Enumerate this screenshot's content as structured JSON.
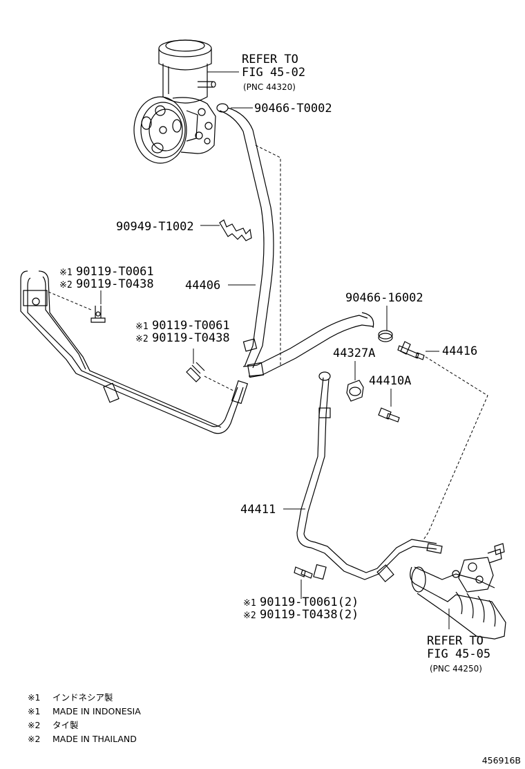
{
  "labels": {
    "refer_top_1": "REFER TO",
    "refer_top_2": "FIG 45-02",
    "refer_top_3": "(PNC 44320)",
    "p90466_t0002": "90466-T0002",
    "p90949_t1002": "90949-T1002",
    "p44406": "44406",
    "left_m1_mark": "※1",
    "left_m1": "90119-T0061",
    "left_m2_mark": "※2",
    "left_m2": "90119-T0438",
    "mid_m1_mark": "※1",
    "mid_m1": "90119-T0061",
    "mid_m2_mark": "※2",
    "mid_m2": "90119-T0438",
    "p90466_16002": "90466-16002",
    "p44327a": "44327A",
    "p44416": "44416",
    "p44410a": "44410A",
    "p44411": "44411",
    "bot_m1_mark": "※1",
    "bot_m1": "90119-T0061(2)",
    "bot_m2_mark": "※2",
    "bot_m2": "90119-T0438(2)",
    "refer_bot_1": "REFER TO",
    "refer_bot_2": "FIG 45-05",
    "refer_bot_3": "(PNC 44250)"
  },
  "notes": [
    {
      "mark": "※1",
      "text": "インドネシア製"
    },
    {
      "mark": "※1",
      "text": "MADE IN INDONESIA"
    },
    {
      "mark": "※2",
      "text": "タイ製"
    },
    {
      "mark": "※2",
      "text": "MADE IN THAILAND"
    }
  ],
  "diagram_id": "456916B"
}
